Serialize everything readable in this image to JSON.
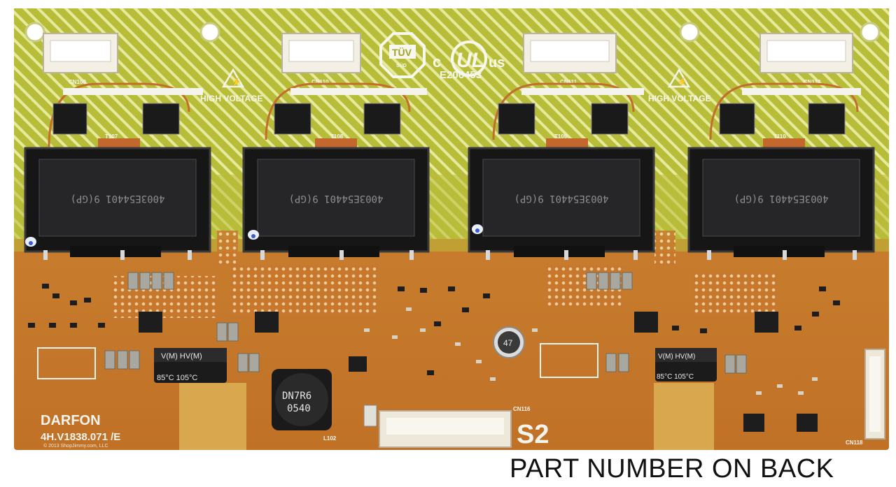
{
  "caption": "PART NUMBER ON BACK",
  "board": {
    "warnings": [
      "HIGH VOLTAGE",
      "HIGH VOLTAGE"
    ],
    "cert_tuv": "TÜV",
    "cert_tuv_sub": "SÜD",
    "cert_ul_c": "c",
    "cert_ul_us": "us",
    "cert_file": "E206453",
    "connectors_top": [
      "CN109",
      "CN110",
      "CN111",
      "CN112"
    ],
    "transformer_marking": "4003E54401 9(GP)",
    "transformer_refs": [
      "T107",
      "T108",
      "T109",
      "T110"
    ],
    "brand": "DARFON",
    "part_number": "4H.V1838.071 /E",
    "copyright": "© 2013 ShopJimmy.com, LLC",
    "section_label": "S2",
    "inductor_marking_1": "DN7R6",
    "inductor_marking_2": "0540",
    "inductor_ref": "L102",
    "cap_marking_1": "V(M)   HV(M)",
    "cap_marking_2": "85°C  105°C",
    "electrolytic_marking": "47",
    "connector_bottom_ref": "CN116",
    "connector_right_ref": "CN118"
  }
}
